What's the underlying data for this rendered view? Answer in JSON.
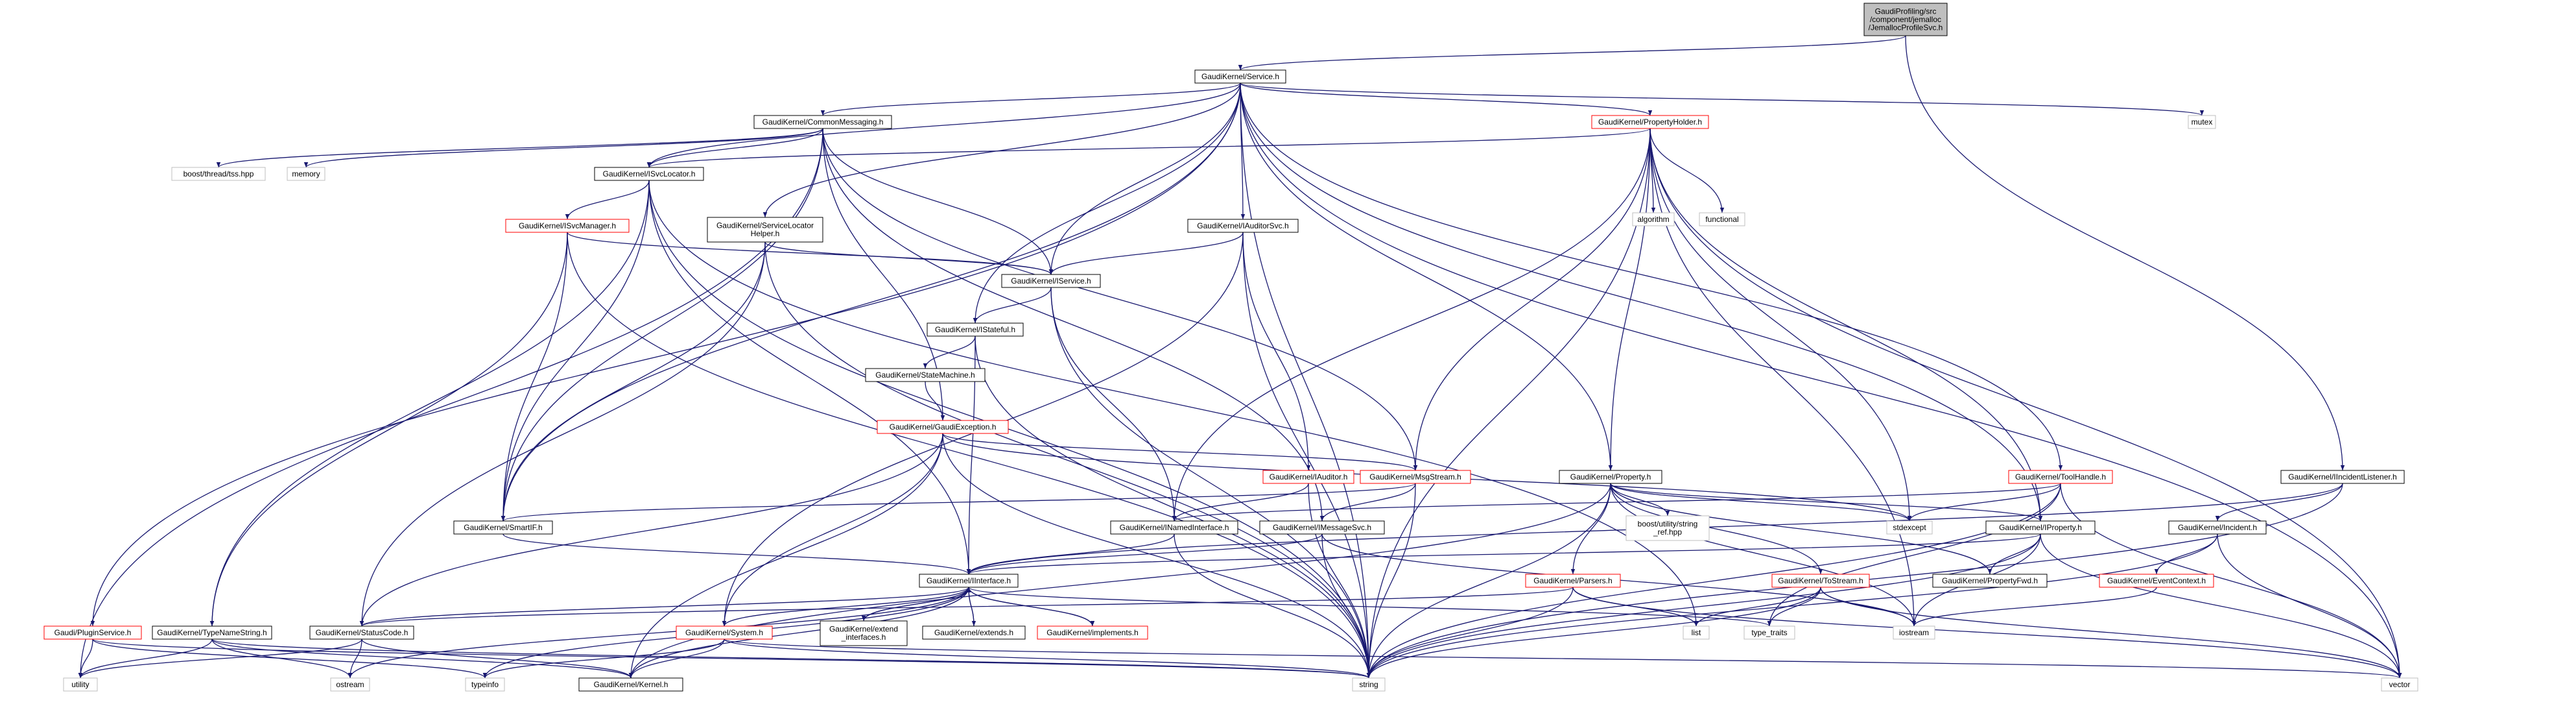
{
  "colors": {
    "edge": "#191970",
    "node_border_black": "#000000",
    "node_border_red": "#ff0000",
    "node_border_gray": "#bfbfbf",
    "node_fill": "#ffffff",
    "root_fill": "#bfbfbf",
    "label": "#000000"
  },
  "nodes": [
    {
      "id": "root",
      "lines": [
        "GaudiProfiling/src",
        "/component/jemalloc",
        "/JemallocProfileSvc.h"
      ],
      "style": "root"
    },
    {
      "id": "service",
      "lines": [
        "GaudiKernel/Service.h"
      ],
      "style": "black"
    },
    {
      "id": "commonmessaging",
      "lines": [
        "GaudiKernel/CommonMessaging.h"
      ],
      "style": "black"
    },
    {
      "id": "propertyholder",
      "lines": [
        "GaudiKernel/PropertyHolder.h"
      ],
      "style": "red"
    },
    {
      "id": "mutex",
      "lines": [
        "mutex"
      ],
      "style": "gray"
    },
    {
      "id": "boostthreadtss",
      "lines": [
        "boost/thread/tss.hpp"
      ],
      "style": "gray"
    },
    {
      "id": "memory",
      "lines": [
        "memory"
      ],
      "style": "gray"
    },
    {
      "id": "isvclocator",
      "lines": [
        "GaudiKernel/ISvcLocator.h"
      ],
      "style": "black"
    },
    {
      "id": "algorithm",
      "lines": [
        "algorithm"
      ],
      "style": "gray"
    },
    {
      "id": "functional",
      "lines": [
        "functional"
      ],
      "style": "gray"
    },
    {
      "id": "isvcmanager",
      "lines": [
        "GaudiKernel/ISvcManager.h"
      ],
      "style": "red"
    },
    {
      "id": "servicelocatorhelper",
      "lines": [
        "GaudiKernel/ServiceLocator",
        "Helper.h"
      ],
      "style": "black"
    },
    {
      "id": "iauditorsvc",
      "lines": [
        "GaudiKernel/IAuditorSvc.h"
      ],
      "style": "black"
    },
    {
      "id": "iservice",
      "lines": [
        "GaudiKernel/IService.h"
      ],
      "style": "black"
    },
    {
      "id": "istateful",
      "lines": [
        "GaudiKernel/IStateful.h"
      ],
      "style": "black"
    },
    {
      "id": "statemachine",
      "lines": [
        "GaudiKernel/StateMachine.h"
      ],
      "style": "black"
    },
    {
      "id": "gaudiexception",
      "lines": [
        "GaudiKernel/GaudiException.h"
      ],
      "style": "red"
    },
    {
      "id": "iauditor",
      "lines": [
        "GaudiKernel/IAuditor.h"
      ],
      "style": "red"
    },
    {
      "id": "msgstream",
      "lines": [
        "GaudiKernel/MsgStream.h"
      ],
      "style": "red"
    },
    {
      "id": "property",
      "lines": [
        "GaudiKernel/Property.h"
      ],
      "style": "black"
    },
    {
      "id": "toolhandle",
      "lines": [
        "GaudiKernel/ToolHandle.h"
      ],
      "style": "red"
    },
    {
      "id": "iincidentlistener",
      "lines": [
        "GaudiKernel/IIncidentListener.h"
      ],
      "style": "black"
    },
    {
      "id": "smartif",
      "lines": [
        "GaudiKernel/SmartIF.h"
      ],
      "style": "black"
    },
    {
      "id": "inamedinterface",
      "lines": [
        "GaudiKernel/INamedInterface.h"
      ],
      "style": "black"
    },
    {
      "id": "imessagesvc",
      "lines": [
        "GaudiKernel/IMessageSvc.h"
      ],
      "style": "black"
    },
    {
      "id": "boostutilitystringref",
      "lines": [
        "boost/utility/string",
        "_ref.hpp"
      ],
      "style": "gray"
    },
    {
      "id": "stdexcept",
      "lines": [
        "stdexcept"
      ],
      "style": "gray"
    },
    {
      "id": "iproperty",
      "lines": [
        "GaudiKernel/IProperty.h"
      ],
      "style": "black"
    },
    {
      "id": "iincident",
      "lines": [
        "GaudiKernel/Incident.h"
      ],
      "style": "black"
    },
    {
      "id": "iinterface",
      "lines": [
        "GaudiKernel/IInterface.h"
      ],
      "style": "black"
    },
    {
      "id": "parsers",
      "lines": [
        "GaudiKernel/Parsers.h"
      ],
      "style": "red"
    },
    {
      "id": "tostream",
      "lines": [
        "GaudiKernel/ToStream.h"
      ],
      "style": "red"
    },
    {
      "id": "propertyfwd",
      "lines": [
        "GaudiKernel/PropertyFwd.h"
      ],
      "style": "black"
    },
    {
      "id": "eventcontext",
      "lines": [
        "GaudiKernel/EventContext.h"
      ],
      "style": "red"
    },
    {
      "id": "pluginservice",
      "lines": [
        "Gaudi/PluginService.h"
      ],
      "style": "red"
    },
    {
      "id": "typenamestring",
      "lines": [
        "GaudiKernel/TypeNameString.h"
      ],
      "style": "black"
    },
    {
      "id": "statuscode",
      "lines": [
        "GaudiKernel/StatusCode.h"
      ],
      "style": "black"
    },
    {
      "id": "system",
      "lines": [
        "GaudiKernel/System.h"
      ],
      "style": "red"
    },
    {
      "id": "extendinterfaces",
      "lines": [
        "GaudiKernel/extend",
        "_interfaces.h"
      ],
      "style": "black"
    },
    {
      "id": "extends",
      "lines": [
        "GaudiKernel/extends.h"
      ],
      "style": "black"
    },
    {
      "id": "implements",
      "lines": [
        "GaudiKernel/implements.h"
      ],
      "style": "red"
    },
    {
      "id": "list",
      "lines": [
        "list"
      ],
      "style": "gray"
    },
    {
      "id": "typetraits",
      "lines": [
        "type_traits"
      ],
      "style": "gray"
    },
    {
      "id": "iostream",
      "lines": [
        "iostream"
      ],
      "style": "gray"
    },
    {
      "id": "utility",
      "lines": [
        "utility"
      ],
      "style": "gray"
    },
    {
      "id": "ostream",
      "lines": [
        "ostream"
      ],
      "style": "gray"
    },
    {
      "id": "typeinfo",
      "lines": [
        "typeinfo"
      ],
      "style": "gray"
    },
    {
      "id": "kernel",
      "lines": [
        "GaudiKernel/Kernel.h"
      ],
      "style": "black"
    },
    {
      "id": "string",
      "lines": [
        "string"
      ],
      "style": "gray"
    },
    {
      "id": "vector",
      "lines": [
        "vector"
      ],
      "style": "gray"
    }
  ],
  "edges": [
    [
      "root",
      "service"
    ],
    [
      "root",
      "iincidentlistener"
    ],
    [
      "service",
      "commonmessaging"
    ],
    [
      "service",
      "propertyholder"
    ],
    [
      "service",
      "mutex"
    ],
    [
      "service",
      "isvclocator"
    ],
    [
      "service",
      "servicelocatorhelper"
    ],
    [
      "service",
      "iauditorsvc"
    ],
    [
      "service",
      "iservice"
    ],
    [
      "service",
      "istateful"
    ],
    [
      "service",
      "property"
    ],
    [
      "service",
      "toolhandle"
    ],
    [
      "service",
      "smartif"
    ],
    [
      "service",
      "pluginservice"
    ],
    [
      "service",
      "iproperty"
    ],
    [
      "service",
      "string"
    ],
    [
      "service",
      "vector"
    ],
    [
      "commonmessaging",
      "boostthreadtss"
    ],
    [
      "commonmessaging",
      "memory"
    ],
    [
      "commonmessaging",
      "isvclocator"
    ],
    [
      "commonmessaging",
      "iservice"
    ],
    [
      "commonmessaging",
      "gaudiexception"
    ],
    [
      "commonmessaging",
      "msgstream"
    ],
    [
      "commonmessaging",
      "imessagesvc"
    ],
    [
      "commonmessaging",
      "smartif"
    ],
    [
      "commonmessaging",
      "utility"
    ],
    [
      "propertyholder",
      "algorithm"
    ],
    [
      "propertyholder",
      "functional"
    ],
    [
      "propertyholder",
      "isvclocator"
    ],
    [
      "propertyholder",
      "msgstream"
    ],
    [
      "propertyholder",
      "property"
    ],
    [
      "propertyholder",
      "iproperty"
    ],
    [
      "propertyholder",
      "inamedinterface"
    ],
    [
      "propertyholder",
      "stdexcept"
    ],
    [
      "propertyholder",
      "iostream"
    ],
    [
      "propertyholder",
      "string"
    ],
    [
      "propertyholder",
      "vector"
    ],
    [
      "isvclocator",
      "isvcmanager"
    ],
    [
      "isvclocator",
      "smartif"
    ],
    [
      "isvclocator",
      "typenamestring"
    ],
    [
      "isvclocator",
      "iinterface"
    ],
    [
      "isvclocator",
      "list"
    ],
    [
      "isvclocator",
      "string"
    ],
    [
      "isvcmanager",
      "iservice"
    ],
    [
      "isvcmanager",
      "smartif"
    ],
    [
      "isvcmanager",
      "typenamestring"
    ],
    [
      "isvcmanager",
      "string"
    ],
    [
      "servicelocatorhelper",
      "iservice"
    ],
    [
      "servicelocatorhelper",
      "smartif"
    ],
    [
      "servicelocatorhelper",
      "statuscode"
    ],
    [
      "servicelocatorhelper",
      "string"
    ],
    [
      "iauditorsvc",
      "iservice"
    ],
    [
      "iauditorsvc",
      "iauditor"
    ],
    [
      "iauditorsvc",
      "system"
    ],
    [
      "iauditorsvc",
      "string"
    ],
    [
      "iservice",
      "istateful"
    ],
    [
      "iservice",
      "inamedinterface"
    ],
    [
      "iservice",
      "string"
    ],
    [
      "istateful",
      "statemachine"
    ],
    [
      "istateful",
      "iinterface"
    ],
    [
      "istateful",
      "string"
    ],
    [
      "statemachine",
      "gaudiexception"
    ],
    [
      "gaudiexception",
      "msgstream"
    ],
    [
      "gaudiexception",
      "statuscode"
    ],
    [
      "gaudiexception",
      "system"
    ],
    [
      "gaudiexception",
      "kernel"
    ],
    [
      "gaudiexception",
      "stdexcept"
    ],
    [
      "gaudiexception",
      "string"
    ],
    [
      "iauditor",
      "inamedinterface"
    ],
    [
      "iauditor",
      "string"
    ],
    [
      "msgstream",
      "imessagesvc"
    ],
    [
      "msgstream",
      "smartif"
    ],
    [
      "msgstream",
      "string"
    ],
    [
      "property",
      "iproperty"
    ],
    [
      "property",
      "propertyfwd"
    ],
    [
      "property",
      "parsers"
    ],
    [
      "property",
      "tostream"
    ],
    [
      "property",
      "boostutilitystringref"
    ],
    [
      "property",
      "stdexcept"
    ],
    [
      "property",
      "kernel"
    ],
    [
      "property",
      "string"
    ],
    [
      "property",
      "iostream"
    ],
    [
      "toolhandle",
      "inamedinterface"
    ],
    [
      "toolhandle",
      "stdexcept"
    ],
    [
      "toolhandle",
      "typetraits"
    ],
    [
      "toolhandle",
      "string"
    ],
    [
      "toolhandle",
      "vector"
    ],
    [
      "iincidentlistener",
      "iincident"
    ],
    [
      "iincidentlistener",
      "iinterface"
    ],
    [
      "iincidentlistener",
      "string"
    ],
    [
      "smartif",
      "iinterface"
    ],
    [
      "inamedinterface",
      "iinterface"
    ],
    [
      "inamedinterface",
      "string"
    ],
    [
      "imessagesvc",
      "iinterface"
    ],
    [
      "imessagesvc",
      "iostream"
    ],
    [
      "imessagesvc",
      "string"
    ],
    [
      "iproperty",
      "iinterface"
    ],
    [
      "iproperty",
      "propertyfwd"
    ],
    [
      "iproperty",
      "iostream"
    ],
    [
      "iproperty",
      "string"
    ],
    [
      "iproperty",
      "vector"
    ],
    [
      "iincident",
      "eventcontext"
    ],
    [
      "iincident",
      "string"
    ],
    [
      "iincident",
      "vector"
    ],
    [
      "iinterface",
      "statuscode"
    ],
    [
      "iinterface",
      "system"
    ],
    [
      "iinterface",
      "extendinterfaces"
    ],
    [
      "iinterface",
      "extends"
    ],
    [
      "iinterface",
      "implements"
    ],
    [
      "iinterface",
      "kernel"
    ],
    [
      "iinterface",
      "typeinfo"
    ],
    [
      "iinterface",
      "ostream"
    ],
    [
      "iinterface",
      "typetraits"
    ],
    [
      "parsers",
      "statuscode"
    ],
    [
      "parsers",
      "list"
    ],
    [
      "parsers",
      "string"
    ],
    [
      "parsers",
      "vector"
    ],
    [
      "tostream",
      "list"
    ],
    [
      "tostream",
      "typetraits"
    ],
    [
      "tostream",
      "iostream"
    ],
    [
      "tostream",
      "string"
    ],
    [
      "tostream",
      "vector"
    ],
    [
      "eventcontext",
      "iostream"
    ],
    [
      "pluginservice",
      "utility"
    ],
    [
      "pluginservice",
      "typeinfo"
    ],
    [
      "pluginservice",
      "string"
    ],
    [
      "typenamestring",
      "kernel"
    ],
    [
      "typenamestring",
      "ostream"
    ],
    [
      "typenamestring",
      "utility"
    ],
    [
      "typenamestring",
      "string"
    ],
    [
      "statuscode",
      "kernel"
    ],
    [
      "statuscode",
      "ostream"
    ],
    [
      "statuscode",
      "utility"
    ],
    [
      "system",
      "kernel"
    ],
    [
      "system",
      "typeinfo"
    ],
    [
      "system",
      "string"
    ],
    [
      "system",
      "vector"
    ],
    [
      "extendinterfaces",
      "iinterface"
    ],
    [
      "extends",
      "iinterface"
    ],
    [
      "implements",
      "iinterface"
    ]
  ]
}
